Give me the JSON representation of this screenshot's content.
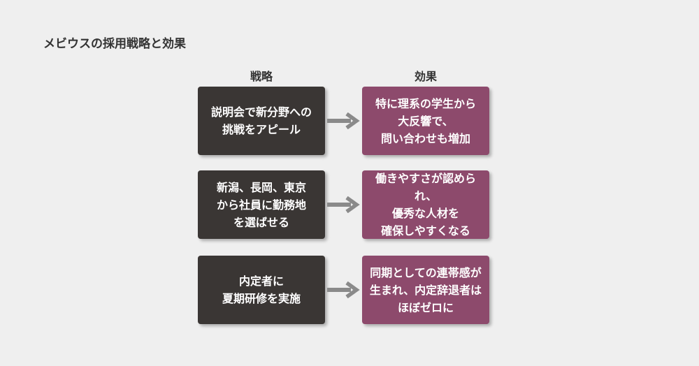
{
  "title": "メビウスの採用戦略と効果",
  "headers": {
    "strategy": "戦略",
    "effect": "効果"
  },
  "rows": [
    {
      "strategy": "説明会で新分野への\n挑戦をアピール",
      "effect": "特に理系の学生から\n大反響で、\n問い合わせも増加"
    },
    {
      "strategy": "新潟、長岡、東京\nから社員に勤務地\nを選ばせる",
      "effect": "働きやすさが認められ、\n優秀な人材を\n確保しやすくなる"
    },
    {
      "strategy": "内定者に\n夏期研修を実施",
      "effect": "同期としての連帯感が\n生まれ、内定辞退者は\nほぼゼロに"
    }
  ],
  "colors": {
    "background": "#efefef",
    "strategy_box": "#3a3634",
    "effect_box": "#8d4a6c",
    "arrow": "#8a8a8a",
    "text_dark": "#333333"
  }
}
